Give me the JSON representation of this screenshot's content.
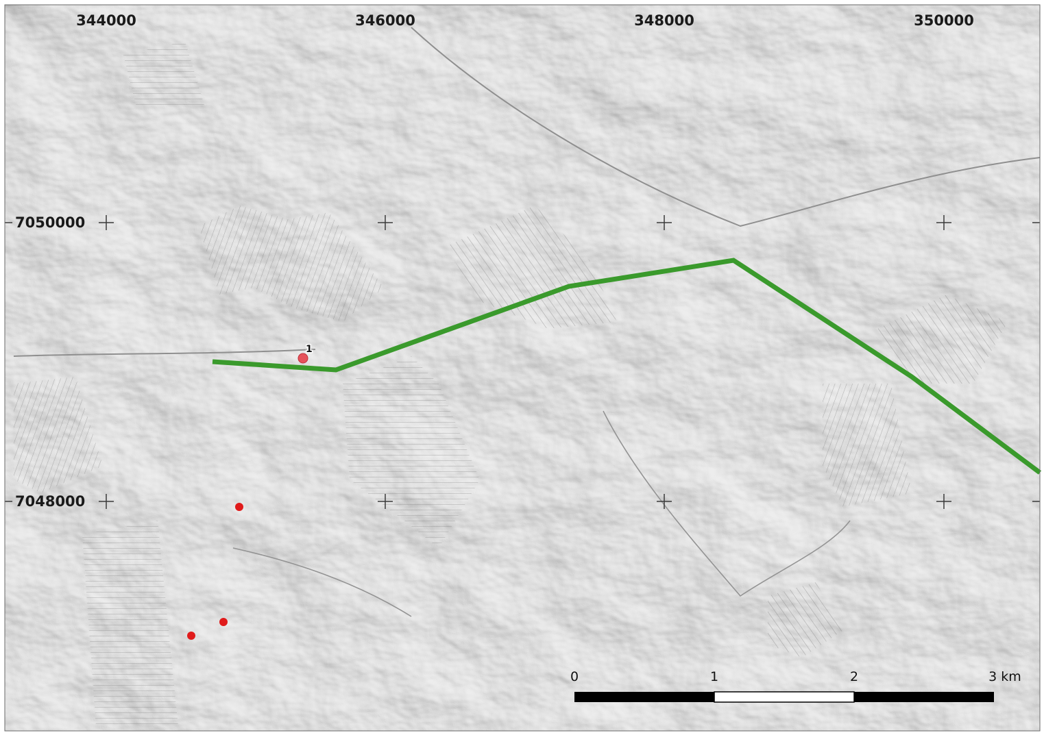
{
  "map": {
    "background_color": "#c4c4c4",
    "route_color": "#3a9a2c",
    "marker_color": "#e01b1b",
    "marker_highlight_color": "#e5525b"
  },
  "grid": {
    "x_labels": [
      "344000",
      "346000",
      "348000",
      "350000"
    ],
    "y_labels": [
      "7050000",
      "7048000"
    ]
  },
  "markers": [
    {
      "id": "site-1",
      "label": "1"
    },
    {
      "id": "site-2",
      "label": ""
    },
    {
      "id": "site-3",
      "label": ""
    },
    {
      "id": "site-4",
      "label": ""
    }
  ],
  "scalebar": {
    "labels": [
      "0",
      "1",
      "2",
      "3 km"
    ]
  }
}
